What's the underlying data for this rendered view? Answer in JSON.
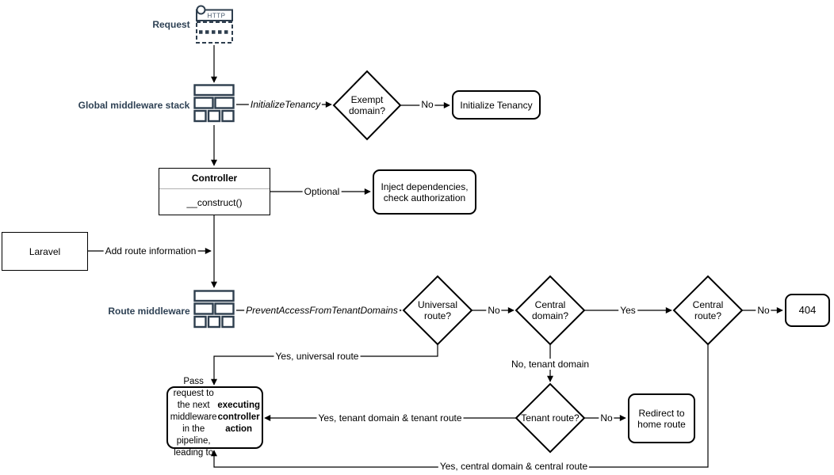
{
  "colors": {
    "accent_text": "#2E4154",
    "icon_stroke": "#2E3E4E",
    "line": "#000000"
  },
  "nodes": {
    "request_label": "Request",
    "request_icon_caption": "HTTP",
    "global_middleware_label": "Global middleware stack",
    "exempt_domain": "Exempt domain?",
    "initialize_tenancy": "Initialize Tenancy",
    "controller_title": "Controller",
    "controller_method": "__construct()",
    "inject_dependencies": "Inject dependencies, check authorization",
    "laravel": "Laravel",
    "route_middleware_label": "Route middleware",
    "universal_route": "Universal route?",
    "central_domain": "Central domain?",
    "central_route": "Central route?",
    "not_found": "404",
    "tenant_route": "Tenant route?",
    "redirect_home": "Redirect to home route",
    "pass_request_text": "Pass request to the next middleware in the pipeline, leading to ",
    "pass_request_bold": "executing controller action"
  },
  "edges": {
    "initialize_tenancy_middleware": "InitializeTenancy",
    "exempt_no": "No",
    "optional": "Optional",
    "add_route_information": "Add route information",
    "prevent_access": "PreventAccessFromTenantDomains",
    "universal_no": "No",
    "central_domain_yes": "Yes",
    "central_route_no": "No",
    "yes_universal_route": "Yes, universal route",
    "no_tenant_domain": "No, tenant domain",
    "tenant_route_no": "No",
    "yes_tenant_domain_route": "Yes, tenant domain & tenant route",
    "yes_central_domain_route": "Yes, central domain & central route"
  }
}
